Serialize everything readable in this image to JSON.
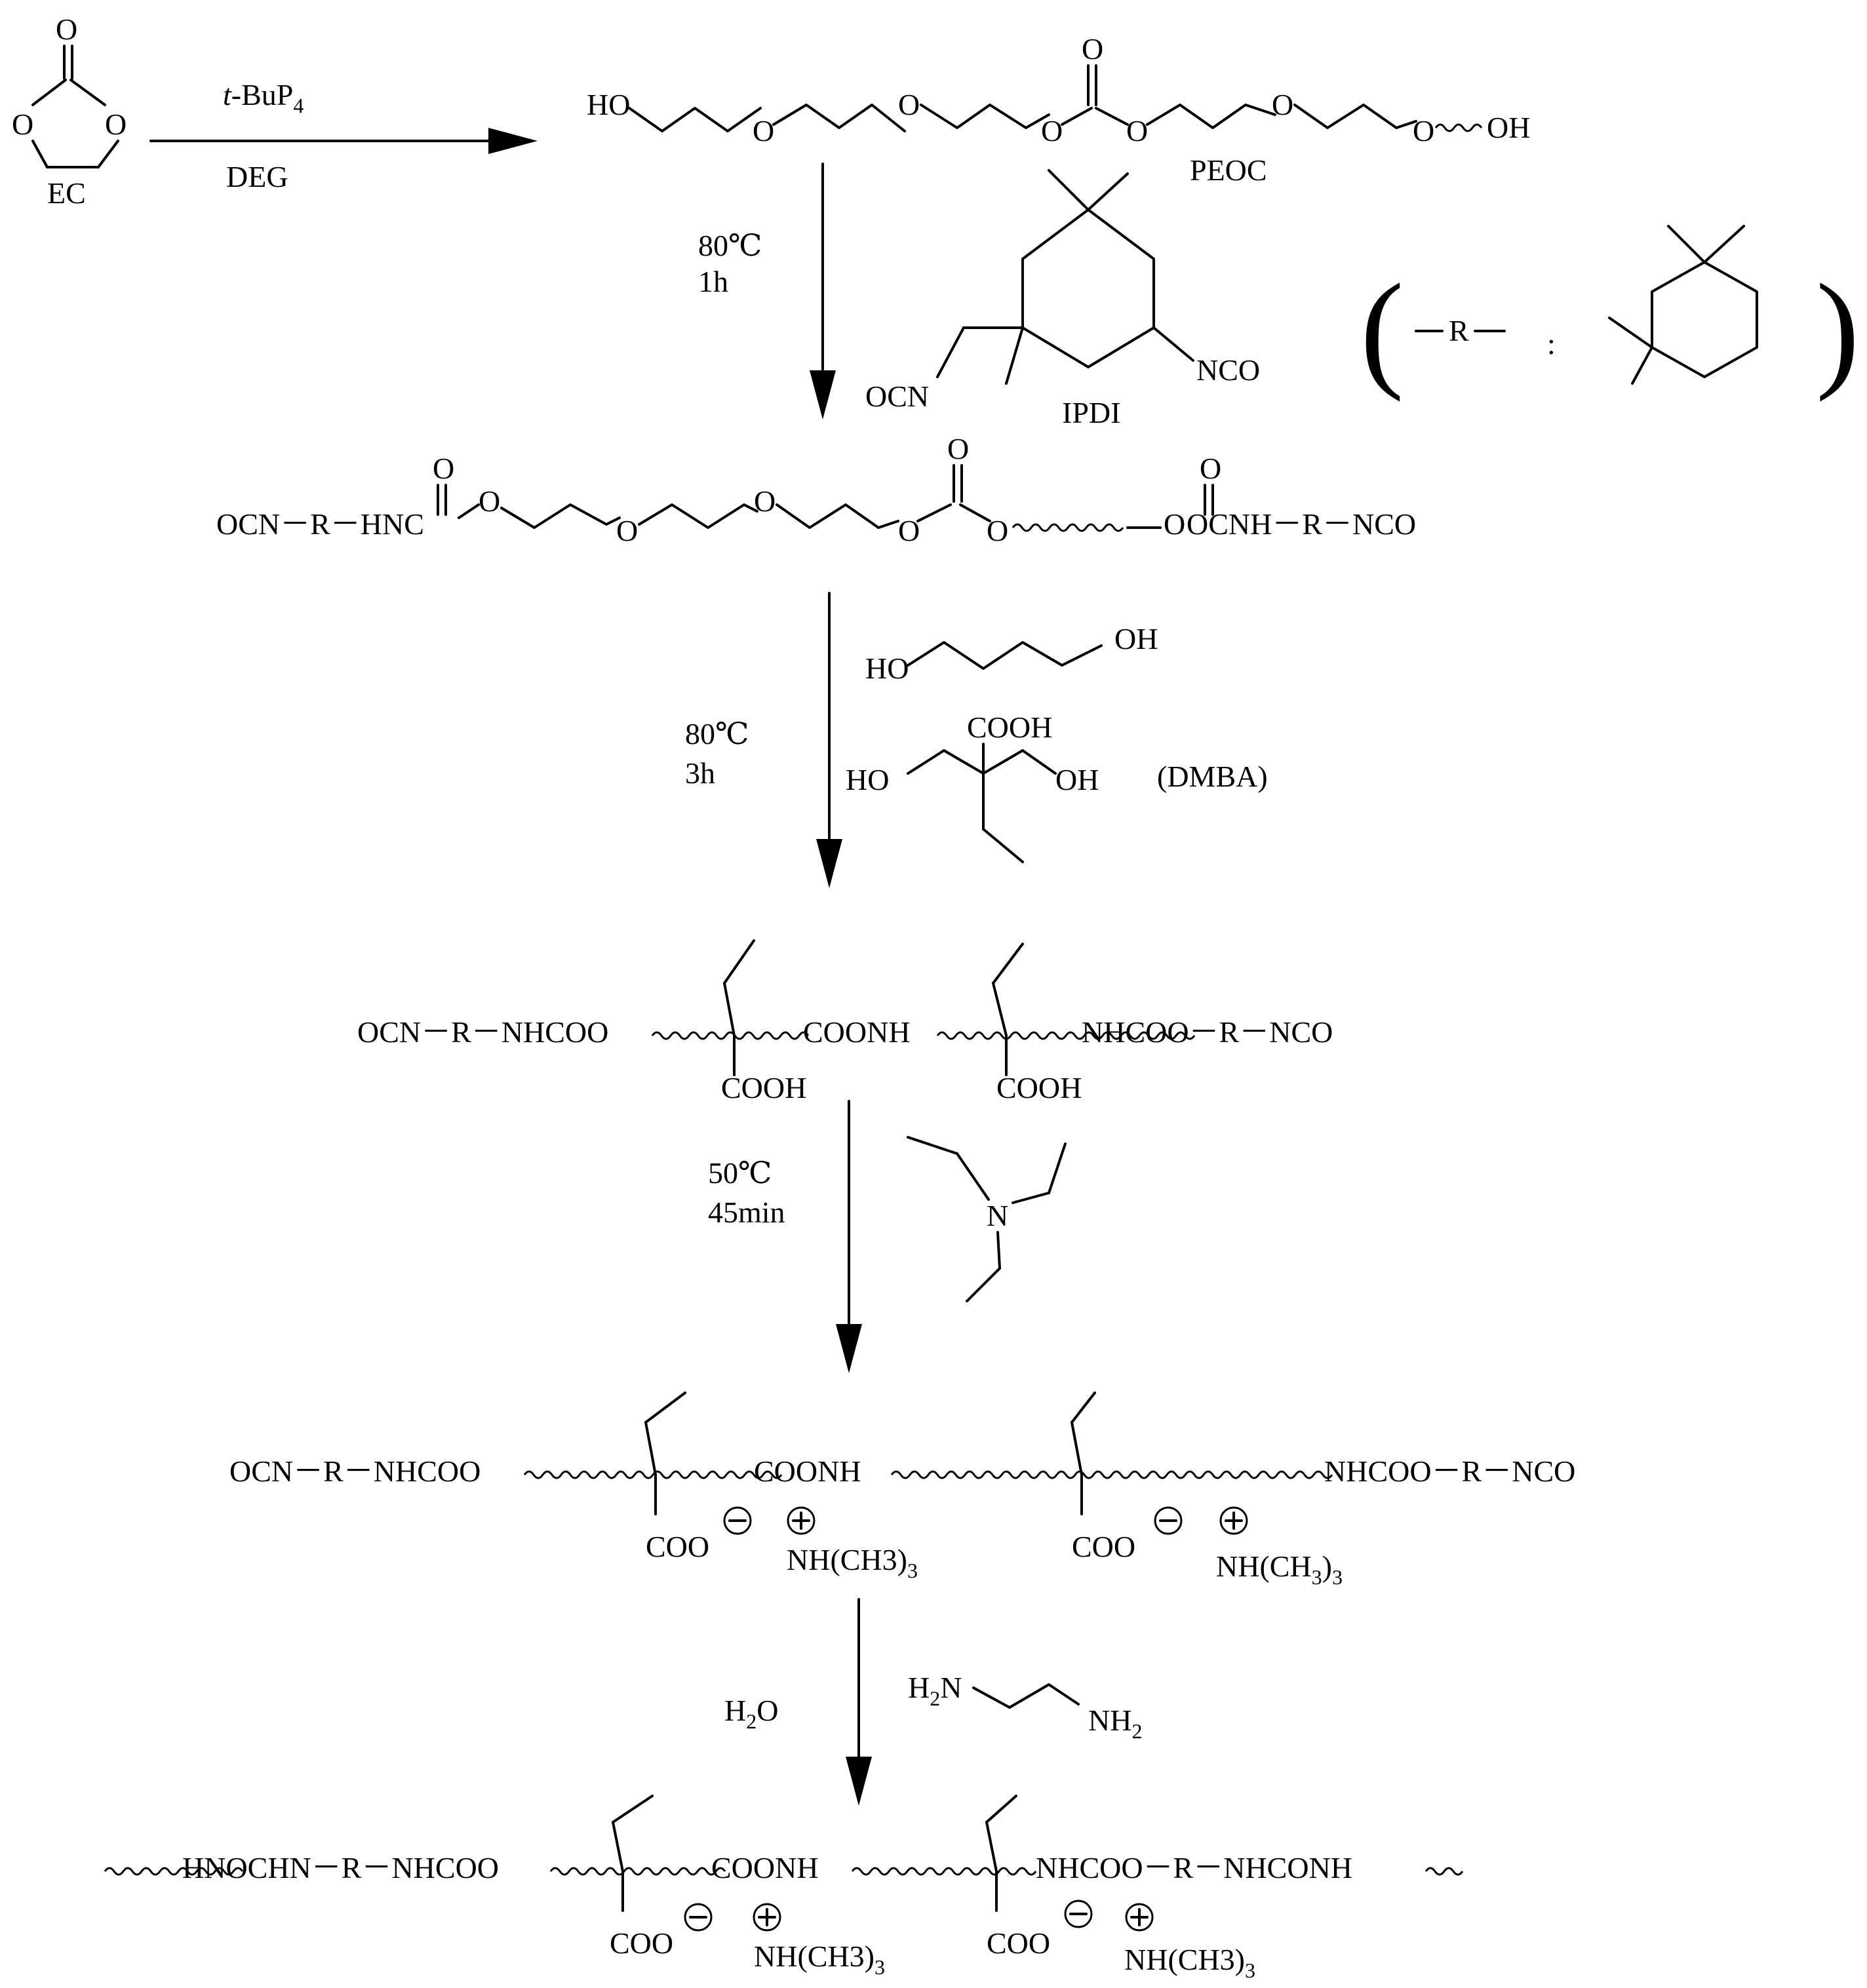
{
  "step1": {
    "ec_label": "EC",
    "catalyst": "t-BuP",
    "catalyst_sub": "4",
    "initiator": "DEG",
    "product_label": "PEOC",
    "end_ho": "HO",
    "end_oh": "OH",
    "o": "O"
  },
  "step2": {
    "temp": "80℃",
    "time": "1h",
    "ipdi_label": "IPDI",
    "ocn": "OCN",
    "nco": "NCO",
    "r_def_r": "R",
    "r_def_colon": ":",
    "open_paren": "(",
    "close_paren": ")"
  },
  "prepolymer": {
    "left": "OCN－R－HNC",
    "mid_right": "OCNH－R－NCO",
    "o": "O"
  },
  "step3": {
    "temp": "80℃",
    "time": "3h",
    "bdo_ho": "HO",
    "bdo_oh": "OH",
    "dmba_ho": "HO",
    "dmba_oh": "OH",
    "dmba_cooh": "COOH",
    "dmba_label": "(DMBA)"
  },
  "chain_extended": {
    "left": "OCN－R－NHCOO",
    "middle": "COONH",
    "right": "NHCOO－R－NCO",
    "cooh1": "COOH",
    "cooh2": "COOH"
  },
  "step4": {
    "temp": "50℃",
    "time": "45min",
    "n": "N"
  },
  "neutralized": {
    "left": "OCN－R－NHCOO",
    "middle": "COONH",
    "right": "NHCOO－R－NCO",
    "coo1": "COO",
    "coo2": "COO",
    "cation1": "NH(CH3)",
    "cation2": "NH(CH",
    "cation2_mid": ")",
    "sub3": "3"
  },
  "step5": {
    "water": "H",
    "water_sub": "2",
    "water_o": "O",
    "eda_h2n": "H",
    "eda_n": "N",
    "eda_nh2": "NH",
    "sub2": "2"
  },
  "final": {
    "left": "HNOCHN－R－NHCOO",
    "middle": "COONH",
    "right": "NHCOO－R－NHCONH",
    "coo1": "COO",
    "coo2": "COO",
    "cation1": "NH(CH3)",
    "cation2": "NH(CH3)",
    "sub3": "3"
  }
}
